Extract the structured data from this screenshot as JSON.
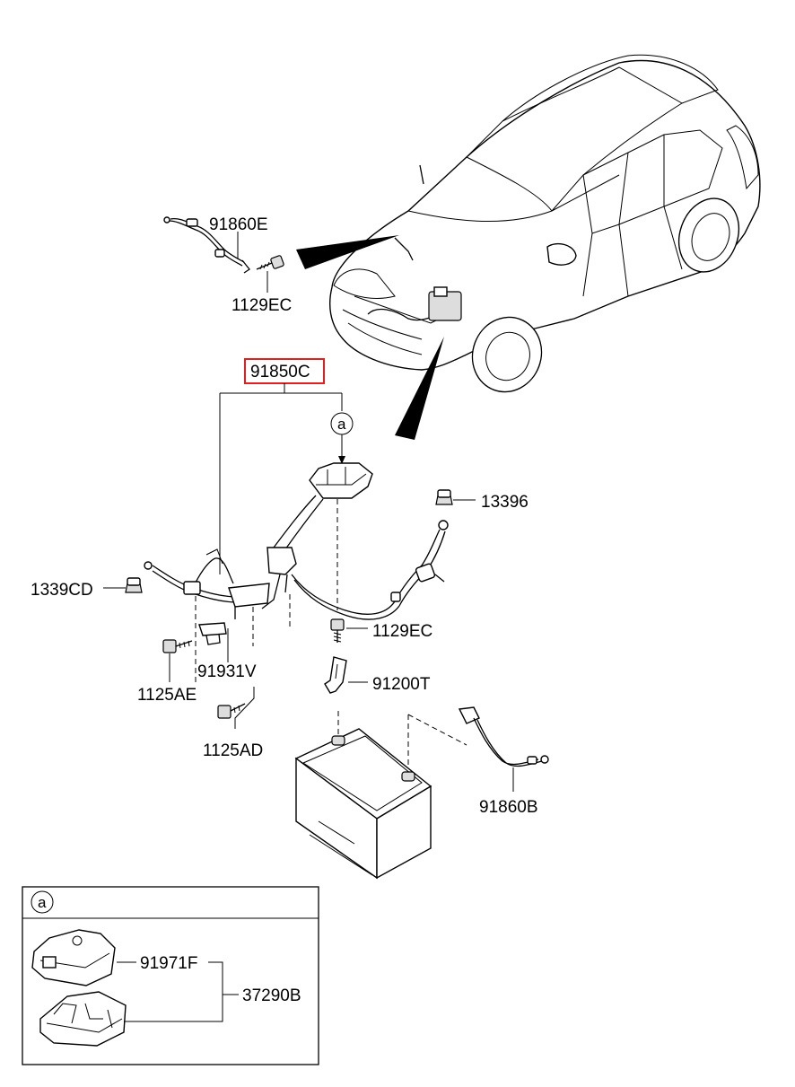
{
  "parts": {
    "p_91860E": "91860E",
    "p_1129EC_top": "1129EC",
    "p_91850C": "91850C",
    "p_13396": "13396",
    "p_1339CD": "1339CD",
    "p_1129EC_mid": "1129EC",
    "p_91931V": "91931V",
    "p_1125AE": "1125AE",
    "p_91200T": "91200T",
    "p_1125AD": "1125AD",
    "p_91860B": "91860B",
    "p_91971F": "91971F",
    "p_37290B": "37290B"
  },
  "callouts": {
    "detail_marker": "a",
    "detail_box_marker": "a"
  },
  "colors": {
    "highlight": "#e02020",
    "ink": "#000000",
    "background": "#ffffff"
  }
}
